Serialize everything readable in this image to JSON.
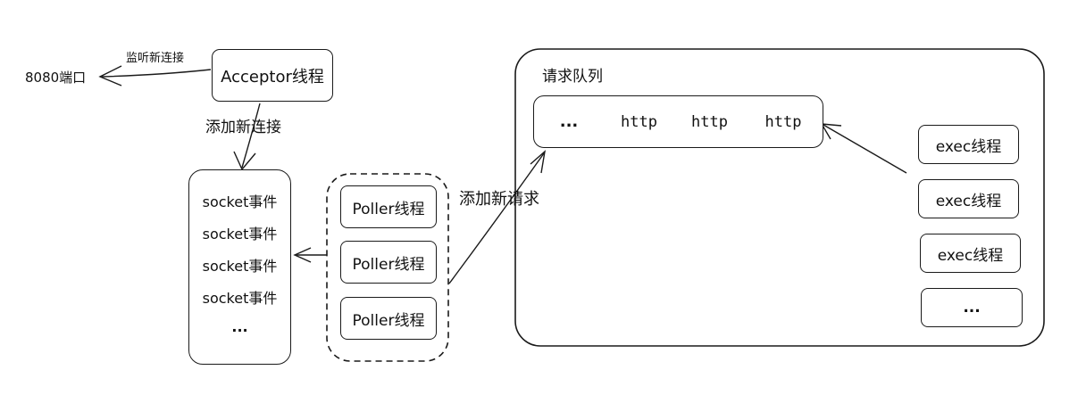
{
  "port": {
    "label": "8080端口",
    "edge_label": "监听新连接"
  },
  "acceptor": {
    "label": "Acceptor线程",
    "edge_label": "添加新连接"
  },
  "socket_list": {
    "items": [
      "socket事件",
      "socket事件",
      "socket事件",
      "socket事件",
      "..."
    ]
  },
  "pollers": {
    "items": [
      "Poller线程",
      "Poller线程",
      "Poller线程"
    ],
    "edge_label": "添加新请求"
  },
  "queue": {
    "title": "请求队列",
    "cells": [
      "...",
      "http",
      "http",
      "http"
    ]
  },
  "executors": {
    "items": [
      "exec线程",
      "exec线程",
      "exec线程",
      "..."
    ]
  }
}
